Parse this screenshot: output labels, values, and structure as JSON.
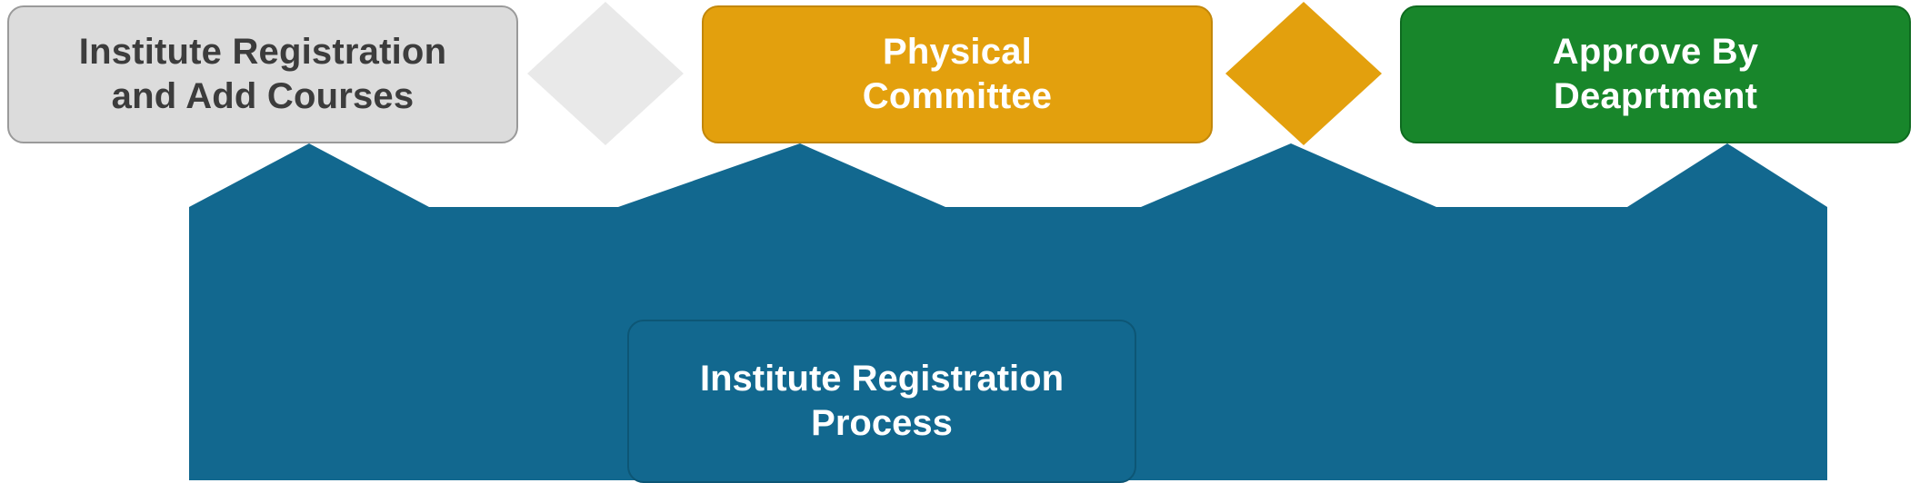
{
  "diagram": {
    "type": "process-chevron-flow",
    "colors": {
      "step1_fill": "#dcdcdc",
      "step1_border": "#9a9a9a",
      "step1_text": "#3c3c3c",
      "step2_fill": "#e3a00d",
      "step2_border": "#c2870a",
      "step2_text": "#ffffff",
      "step3_fill": "#18862b",
      "step3_border": "#0e6a1f",
      "step3_text": "#ffffff",
      "band_fill": "#12688f",
      "band_text": "#ffffff",
      "connector1_fill": "#e9e9e9",
      "connector2_fill": "#e3a00d"
    },
    "steps": [
      {
        "id": "step-1",
        "label": "Institute Registration\nand Add Courses"
      },
      {
        "id": "step-2",
        "label": "Physical\nCommittee"
      },
      {
        "id": "step-3",
        "label": "Approve By\nDeaprtment"
      }
    ],
    "connectors": [
      {
        "id": "connector-1",
        "shape": "diamond"
      },
      {
        "id": "connector-2",
        "shape": "diamond"
      }
    ],
    "band": {
      "label": "Institute Registration\nProcess"
    }
  }
}
